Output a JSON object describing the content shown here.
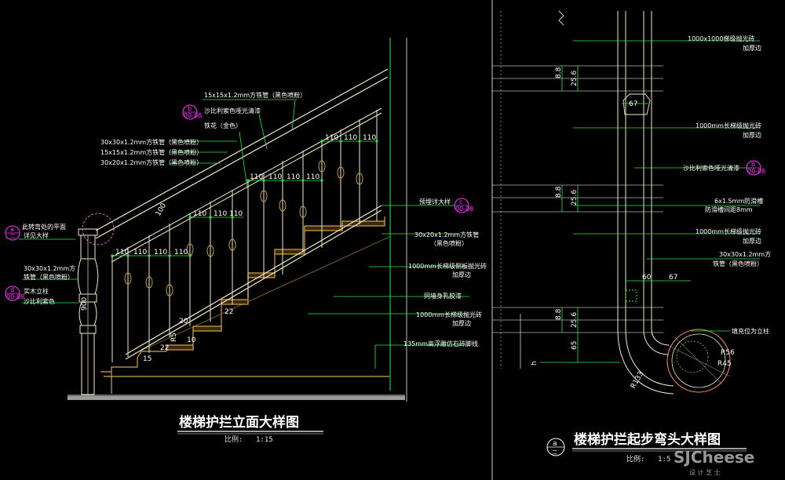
{
  "colors": {
    "background": "#000000",
    "railing": "#f2e8c8",
    "stair": "#d4a24a",
    "annotation_green": "#22ee44",
    "marker_magenta": "#ff33ff",
    "text": "#ffffff"
  },
  "elevation": {
    "title": "楼梯护拦立面大样图",
    "scale_label": "比例:",
    "scale_value": "1:15",
    "callouts": {
      "c1": "15x15x1.2mm方铁管（黑色喷粉）",
      "c2": "沙比利索色哑光清漆",
      "c3": "铁花（金色）",
      "c4": "30x30x1.2mm方铁管（黑色喷粉）",
      "c5": "15x15x1.2mm方铁管（黑色喷粉）",
      "c6": "30x20x1.2mm方铁管（黑色喷粉）",
      "c7": "预埋详大样",
      "c8a": "30x20x1.2mm方铁管",
      "c8b": "（黑色喷粉）",
      "c9a": "1000mm长梯级侧板抛光砖",
      "c9b": "加厚边",
      "c10": "同墙身乳胶漆",
      "c11a": "1000mm长梯级抛光砖",
      "c11b": "加厚边",
      "c12": "135mm高浮雕仿石砖脚线",
      "left1a": "此转弯处的平面",
      "left1b": "详见大样",
      "left2a": "30x30x1.2mm方",
      "left2b": "铁管（黑色喷粉）",
      "left3a": "实木立柱",
      "left3b": "沙比利索色"
    },
    "markers": {
      "a_top": "a",
      "a_bot": "二",
      "b_top": "b",
      "b_bot": "00-08",
      "c_top": "c",
      "c_bot": "00-08",
      "d_top": "d",
      "d_bot": "00-08"
    },
    "dims": {
      "d110": "110",
      "d100": "100",
      "d22": "22",
      "d15": "15",
      "d10": "10",
      "d20": "20",
      "d900": "900",
      "dR5": "R5"
    }
  },
  "detail": {
    "title": "楼梯护拦起步弯头大样图",
    "scale_label": "比例:",
    "scale_value": "1:5",
    "marker_top": "a",
    "marker_bot": "二",
    "callouts": {
      "r1a": "1000x1000梯级抛光砖",
      "r1b": "加厚边",
      "r2a": "1000mm长梯级抛光砖",
      "r2b": "加厚边",
      "r3": "沙比利索色哑光清漆",
      "r4a": "6x1.5mm防滑槽",
      "r4b": "防滑槽间距8mm",
      "r5a": "1000mm长梯级抛光砖",
      "r5b": "加厚边",
      "r6a": "30x30x1.2mm方",
      "r6b": "铁管（黑色喷粉）",
      "r7": "填充位为立柱"
    },
    "marker_b_top": "b",
    "marker_b_bot": "00-08",
    "dims": {
      "d88": "8.8",
      "d256": "25.6",
      "d67": "67",
      "d60": "60",
      "d65": "65",
      "dR56": "R56",
      "dR45": "R45",
      "dR133": "R133",
      "dh": "h"
    }
  },
  "watermark": {
    "brand": "SJCheese",
    "sub": "设 计 芝 士"
  }
}
